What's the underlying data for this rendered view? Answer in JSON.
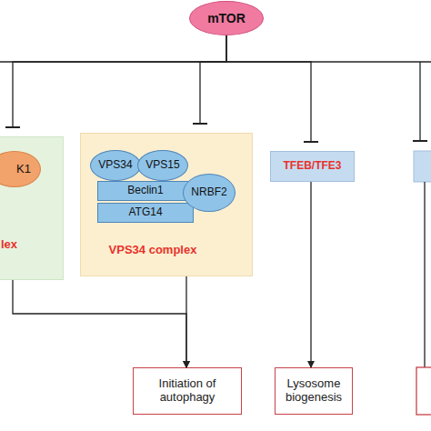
{
  "diagram": {
    "nodes": [
      {
        "text": [
          "mTOR"
        ]
      },
      {
        "text": [
          "lex"
        ]
      },
      {
        "text": [
          "K1"
        ],
        "in": 1
      },
      {
        "text": [
          "VPS34 complex"
        ]
      },
      {
        "text": [
          "VPS34"
        ],
        "in": 3
      },
      {
        "text": [
          "VPS15"
        ],
        "in": 3
      },
      {
        "text": [
          "Beclin1"
        ],
        "in": 3
      },
      {
        "text": [
          "ATG14"
        ],
        "in": 3
      },
      {
        "text": [
          "NRBF2"
        ],
        "in": 3
      },
      {
        "text": [
          "TFEB/TFE3"
        ]
      },
      {
        "text": [
          "Initiation of autophagy"
        ]
      },
      {
        "text": [
          "Lysosome biogenesis"
        ]
      }
    ],
    "edges": [
      {
        "from": 0,
        "to": 1,
        "arrow": "to"
      },
      {
        "from": 0,
        "to": 3,
        "arrow": "to"
      },
      {
        "from": 0,
        "to": 9,
        "arrow": "to"
      },
      {
        "from": 1,
        "to": 10,
        "arrow": "to"
      },
      {
        "from": 3,
        "to": 10,
        "arrow": "to"
      },
      {
        "from": 9,
        "to": 11,
        "arrow": "to"
      }
    ]
  }
}
